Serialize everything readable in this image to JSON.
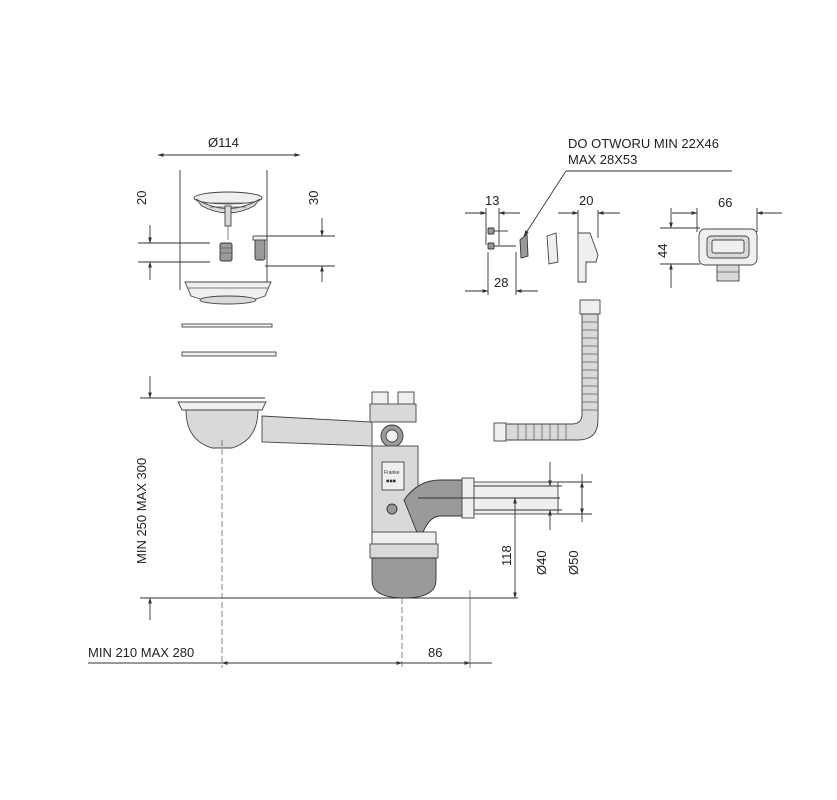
{
  "labels": {
    "diameter_strainer": "Ø114",
    "strainer_height_20": "20",
    "strainer_height_30": "30",
    "hole_note_line1": "DO OTWORU MIN 22X46",
    "hole_note_line2": "MAX 28X53",
    "screw_13": "13",
    "screw_28": "28",
    "clip_20": "20",
    "overflow_66": "66",
    "overflow_44": "44",
    "height_range": "MIN 250 MAX 300",
    "outlet_118": "118",
    "outlet_d40": "Ø40",
    "outlet_d50": "Ø50",
    "width_range": "MIN 210 MAX 280",
    "offset_86": "86",
    "brand_line1": "Franke",
    "brand_line2": "◼◼◼"
  },
  "colors": {
    "line": "#333333",
    "part_fill": "#d9d9d9",
    "part_dark": "#9a9a9a",
    "background": "#ffffff"
  }
}
